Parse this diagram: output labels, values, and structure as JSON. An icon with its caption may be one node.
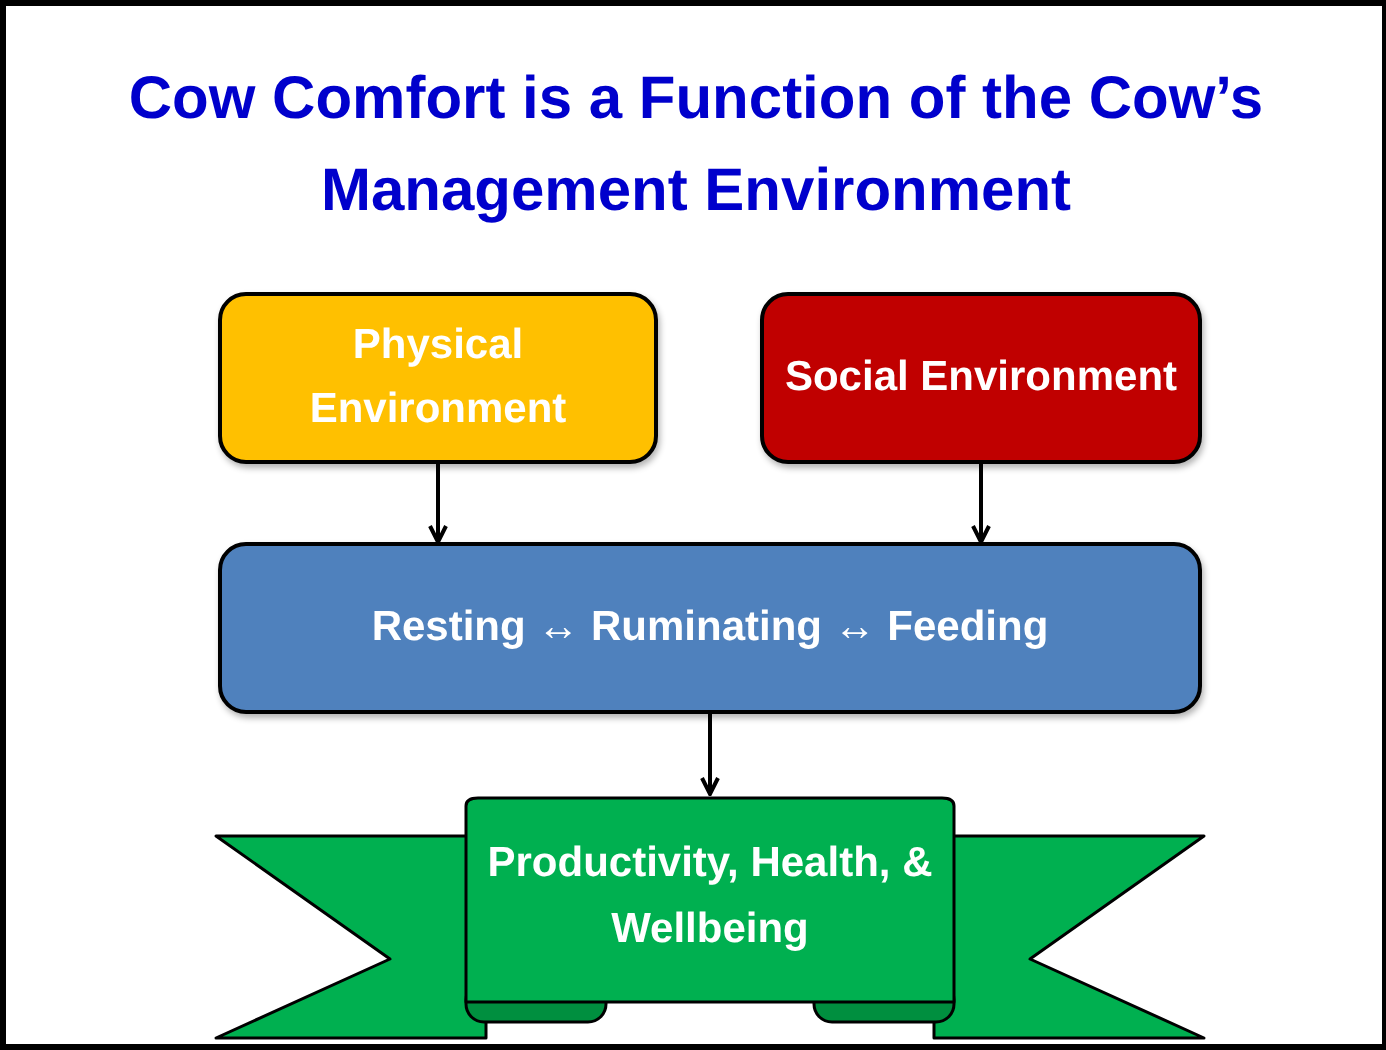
{
  "diagram": {
    "title": "Cow Comfort is a Function of the Cow’s Management Environment",
    "nodes": [
      {
        "text": [
          "Physical Environment"
        ]
      },
      {
        "text": [
          "Social Environment"
        ]
      },
      {
        "text": [
          "Resting ↔ Ruminating ↔ Feeding"
        ]
      },
      {
        "text": [
          "Productivity, Health, & Wellbeing"
        ]
      }
    ],
    "edges": [
      {
        "from": 0,
        "to": 2,
        "arrow": "to"
      },
      {
        "from": 1,
        "to": 2,
        "arrow": "to"
      },
      {
        "from": 2,
        "to": 3,
        "arrow": "to"
      }
    ]
  }
}
